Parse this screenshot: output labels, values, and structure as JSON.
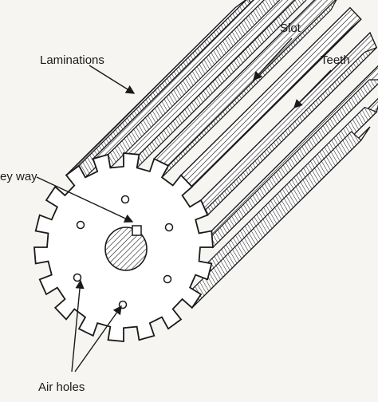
{
  "labels": {
    "laminations": "Laminations",
    "slot": "Slot",
    "teeth": "Teeth",
    "key_way": "ey way",
    "air_holes": "Air holes"
  },
  "colors": {
    "background": "#f6f5f2",
    "ink": "#1a1a1a",
    "fill": "#ffffff"
  }
}
